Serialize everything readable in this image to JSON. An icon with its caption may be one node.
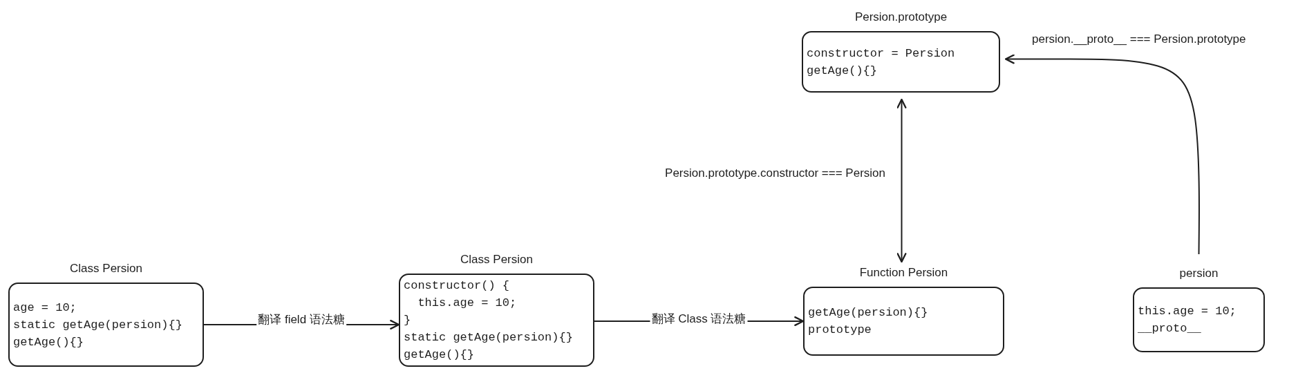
{
  "diagram": {
    "nodes": [
      {
        "text": [
          "Class Persion",
          "age = 10;",
          "static getAge(persion){}",
          "getAge(){}"
        ]
      },
      {
        "text": [
          "Class Persion",
          "constructor() {",
          "  this.age = 10;",
          "}",
          "static getAge(persion){}",
          "getAge(){}"
        ]
      },
      {
        "text": [
          "Function Persion",
          "getAge(persion){}",
          "prototype"
        ]
      },
      {
        "text": [
          "Persion.prototype",
          "constructor = Persion",
          "getAge(){}"
        ]
      },
      {
        "text": [
          "persion",
          "this.age = 10;",
          "__proto__"
        ]
      }
    ],
    "edges": [
      {
        "from": 0,
        "to": 1,
        "arrow": "to",
        "label": "翻译 field 语法糖"
      },
      {
        "from": 1,
        "to": 2,
        "arrow": "to",
        "label": "翻译 Class 语法糖"
      },
      {
        "from": 3,
        "to": 2,
        "arrow": "both",
        "label": "Persion.prototype.constructor === Persion"
      },
      {
        "from": 4,
        "to": 3,
        "arrow": "to",
        "label": "persion.__proto__ === Persion.prototype"
      }
    ]
  }
}
